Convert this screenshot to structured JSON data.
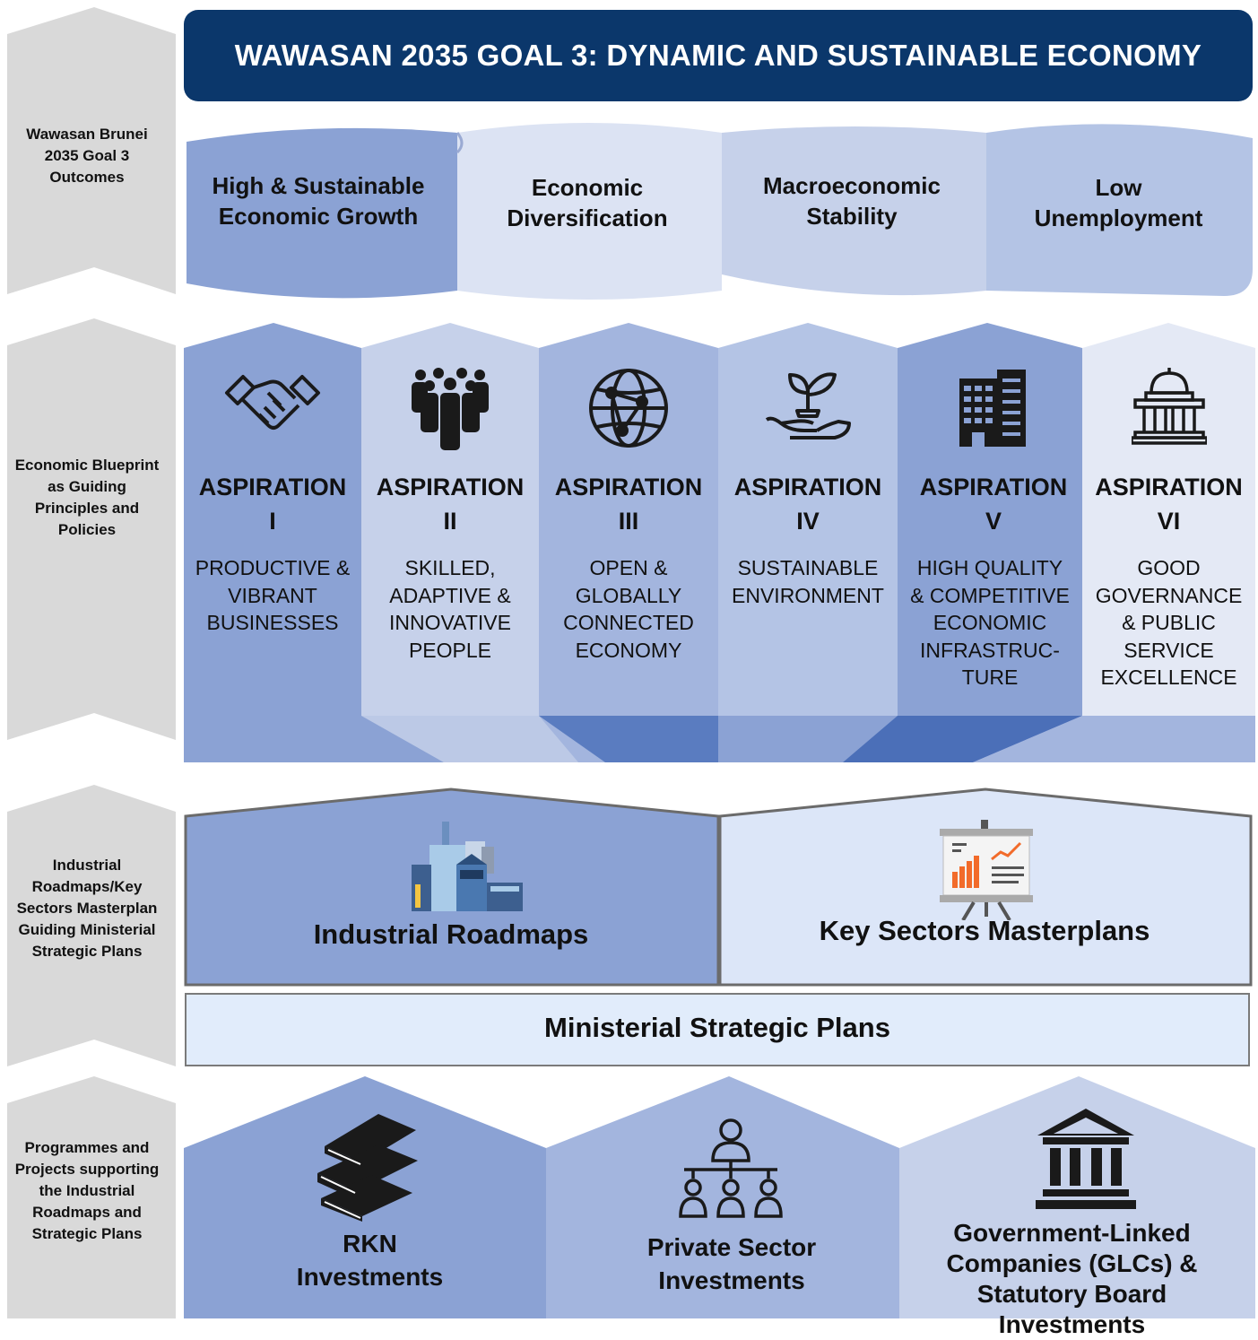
{
  "banner": {
    "title": "WAWASAN 2035 GOAL 3: DYNAMIC AND SUSTAINABLE ECONOMY"
  },
  "side_labels": [
    "Wawasan Brunei 2035 Goal 3 Outcomes",
    "Economic Blueprint as Guiding Principles and Policies",
    "Industrial Roadmaps/Key Sectors Masterplan Guiding Ministerial Strategic Plans",
    "Programmes and Projects supporting the Industrial Roadmaps and Strategic Plans"
  ],
  "outcomes": [
    {
      "label": "High & Sustainable Economic Growth"
    },
    {
      "label": "Economic Diversification"
    },
    {
      "label": "Macroeconomic Stability"
    },
    {
      "label": "Low Unemployment"
    }
  ],
  "aspirations": [
    {
      "title": "ASPIRATION",
      "numeral": "I",
      "desc": "PRODUCTIVE & VIBRANT BUSINESSES",
      "icon": "handshake-icon",
      "color": "#8ba2d4"
    },
    {
      "title": "ASPIRATION",
      "numeral": "II",
      "desc": "SKILLED, ADAPTIVE & INNOVATIVE PEOPLE",
      "icon": "people-group-icon",
      "color": "#c6d1ea"
    },
    {
      "title": "ASPIRATION",
      "numeral": "III",
      "desc": "OPEN & GLOBALLY CONNECTED ECONOMY",
      "icon": "globe-icon",
      "color": "#a3b5de"
    },
    {
      "title": "ASPIRATION",
      "numeral": "IV",
      "desc": "SUSTAINABLE ENVIRONMENT",
      "icon": "plant-hand-icon",
      "color": "#b4c4e5"
    },
    {
      "title": "ASPIRATION",
      "numeral": "V",
      "desc": "HIGH QUALITY & COMPETITIVE ECONOMIC INFRASTRUC-TURE",
      "icon": "building-icon",
      "color": "#8ba2d4"
    },
    {
      "title": "ASPIRATION",
      "numeral": "VI",
      "desc": "GOOD GOVERNANCE & PUBLIC SERVICE EXCELLENCE",
      "icon": "government-building-icon",
      "color": "#e4e9f5"
    }
  ],
  "plans": {
    "industrial": "Industrial Roadmaps",
    "key_sectors": "Key Sectors Masterplans",
    "ministerial": "Ministerial Strategic Plans"
  },
  "investments": [
    {
      "label": "RKN Investments",
      "icon": "books-icon"
    },
    {
      "label": "Private Sector Investments",
      "icon": "org-chart-icon"
    },
    {
      "label": "Government-Linked Companies (GLCs) & Statutory Board Investments",
      "icon": "bank-icon"
    }
  ],
  "colors": {
    "banner": "#0b376b",
    "mid_blue": "#8ba2d4",
    "light_blue": "#c6d1ea",
    "pale_blue": "#dce6f8",
    "accent_orange": "#f26b2a",
    "side_grey": "#d9d9d9"
  }
}
